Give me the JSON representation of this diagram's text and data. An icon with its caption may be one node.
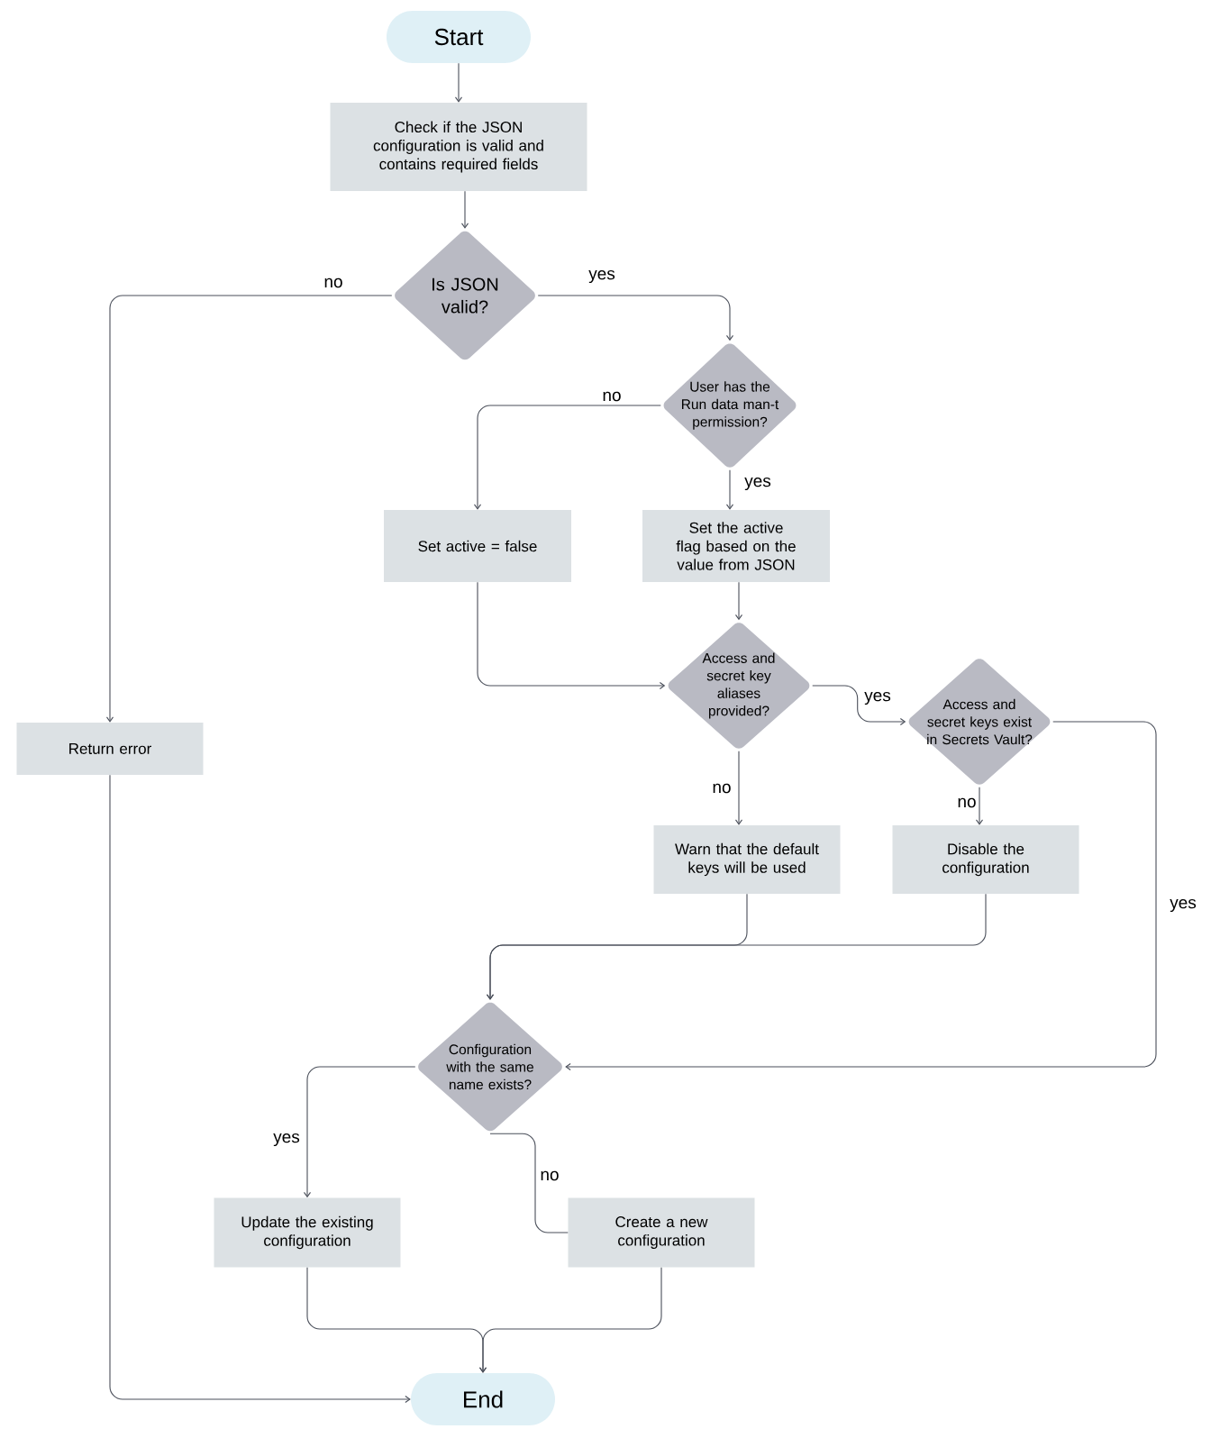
{
  "diagram": {
    "nodes": [
      {
        "text": [
          "Start"
        ]
      },
      {
        "text": [
          "Check if the JSON configuration is valid and contains required fields"
        ]
      },
      {
        "text": [
          "Is JSON valid?"
        ]
      },
      {
        "text": [
          "User has the Run data man-t permission?"
        ]
      },
      {
        "text": [
          "Set active = false"
        ]
      },
      {
        "text": [
          "Set the active flag based on the value from JSON"
        ]
      },
      {
        "text": [
          "Access and secret key aliases provided?"
        ]
      },
      {
        "text": [
          "Access and secret keys exist in Secrets Vault?"
        ]
      },
      {
        "text": [
          "Return error"
        ]
      },
      {
        "text": [
          "Warn that the default keys will be used"
        ]
      },
      {
        "text": [
          "Disable the configuration"
        ]
      },
      {
        "text": [
          "Configuration with the same name exists?"
        ]
      },
      {
        "text": [
          "Update the existing configuration"
        ]
      },
      {
        "text": [
          "Create a new configuration"
        ]
      },
      {
        "text": [
          "End"
        ]
      }
    ],
    "edges": [
      {
        "from": 0,
        "to": 1,
        "arrow": "to"
      },
      {
        "from": 1,
        "to": 2,
        "arrow": "to"
      },
      {
        "from": 2,
        "to": 3,
        "arrow": "to",
        "label": "yes"
      },
      {
        "from": 2,
        "to": 8,
        "arrow": "to",
        "label": "no"
      },
      {
        "from": 3,
        "to": 4,
        "arrow": "to",
        "label": "no"
      },
      {
        "from": 3,
        "to": 5,
        "arrow": "to",
        "label": "yes"
      },
      {
        "from": 5,
        "to": 6,
        "arrow": "to"
      },
      {
        "from": 4,
        "to": 6,
        "arrow": "to"
      },
      {
        "from": 6,
        "to": 7,
        "arrow": "to",
        "label": "yes"
      },
      {
        "from": 6,
        "to": 9,
        "arrow": "to",
        "label": "no"
      },
      {
        "from": 7,
        "to": 10,
        "arrow": "to",
        "label": "no"
      },
      {
        "from": 7,
        "to": 11,
        "arrow": "to",
        "label": "yes"
      },
      {
        "from": 9,
        "to": 11,
        "arrow": "to"
      },
      {
        "from": 10,
        "to": 11,
        "arrow": "to"
      },
      {
        "from": 11,
        "to": 12,
        "arrow": "to",
        "label": "yes"
      },
      {
        "from": 11,
        "to": 13,
        "arrow": "none",
        "label": "no"
      },
      {
        "from": 12,
        "to": 14,
        "arrow": "to"
      },
      {
        "from": 13,
        "to": 14,
        "arrow": "to"
      },
      {
        "from": 8,
        "to": 14,
        "arrow": "to"
      }
    ]
  }
}
